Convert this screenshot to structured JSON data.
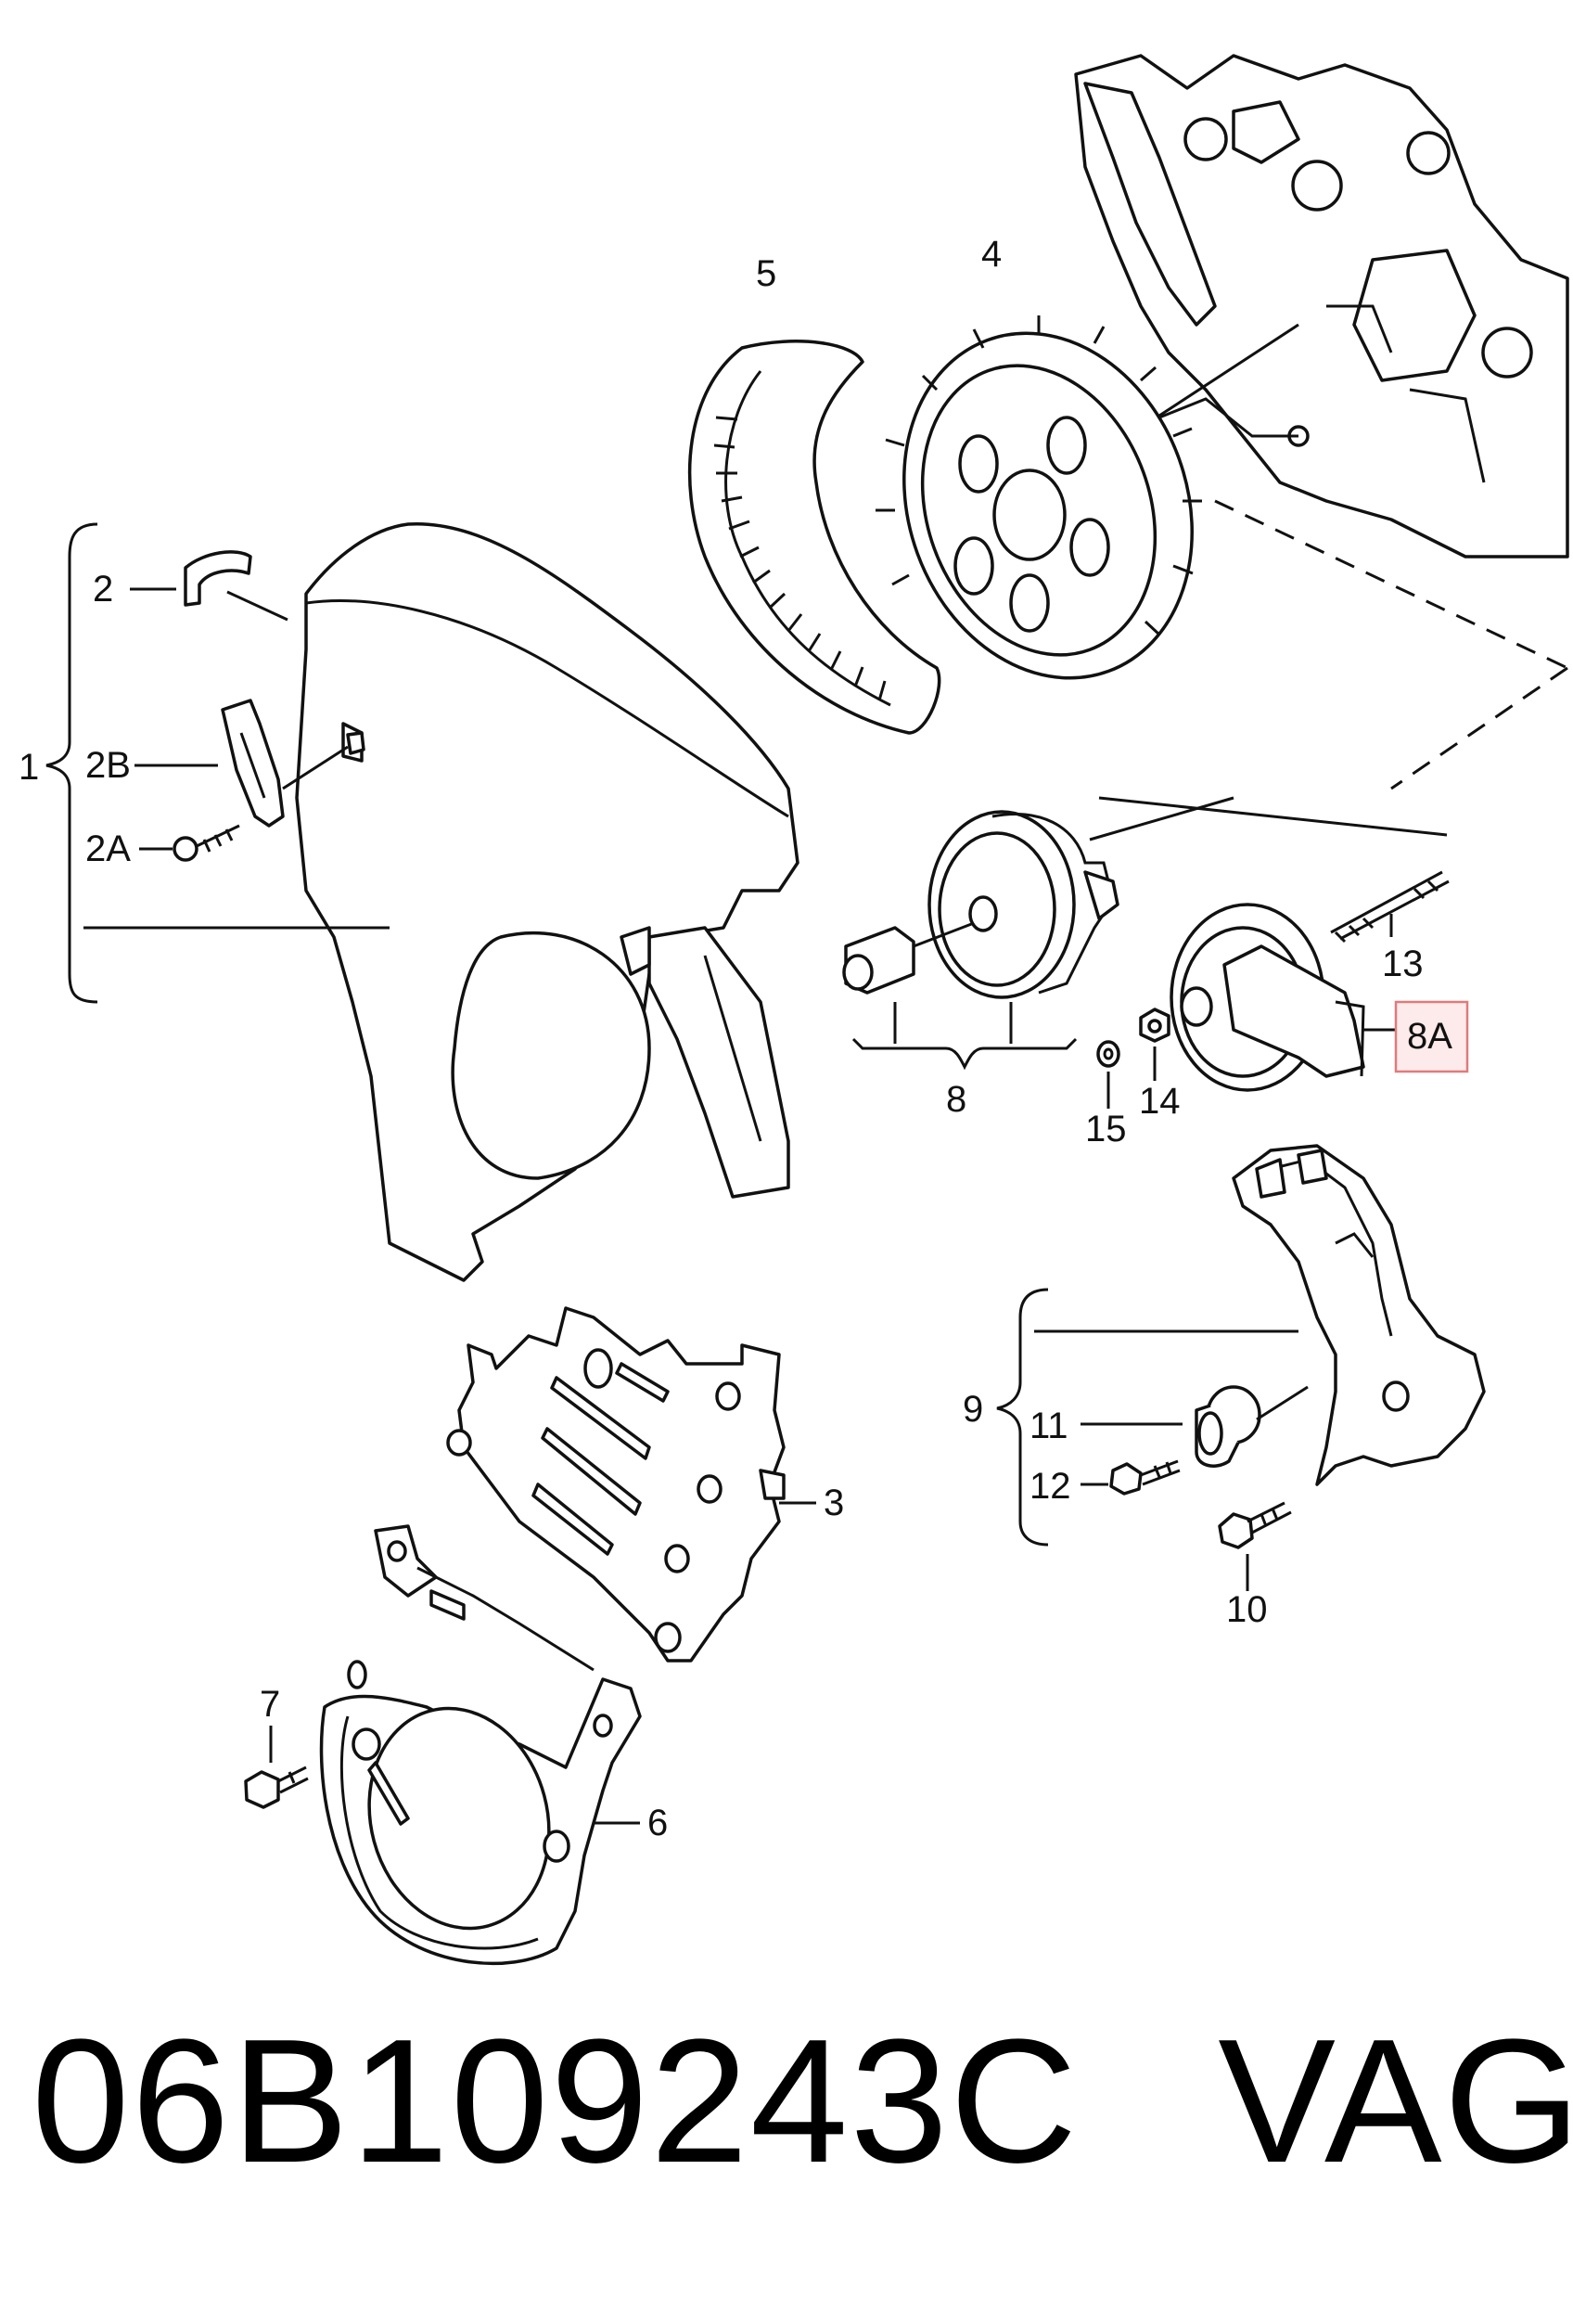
{
  "callouts": {
    "c1": "1",
    "c2": "2",
    "c2a": "2A",
    "c2b": "2B",
    "c3": "3",
    "c4": "4",
    "c5": "5",
    "c6": "6",
    "c7": "7",
    "c8": "8",
    "c8a": "8A",
    "c9": "9",
    "c10": "10",
    "c11": "11",
    "c12": "12",
    "c13": "13",
    "c14": "14",
    "c15": "15"
  },
  "highlighted_callout": "8A",
  "highlight_color": "#e07b7b",
  "caption": {
    "part_number": "06B109243C",
    "brand": "VAG"
  }
}
